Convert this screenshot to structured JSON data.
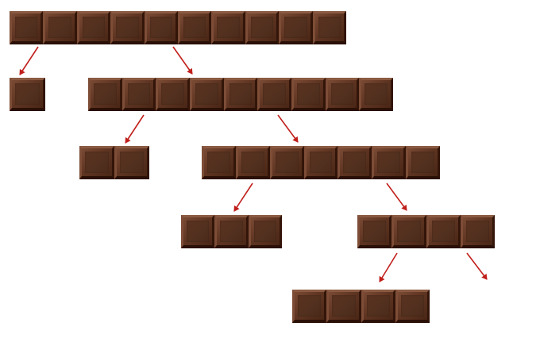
{
  "diagram": {
    "bars": [
      {
        "id": "bar-10",
        "pieces": 10
      },
      {
        "id": "bar-1",
        "pieces": 1
      },
      {
        "id": "bar-9",
        "pieces": 9
      },
      {
        "id": "bar-2",
        "pieces": 2
      },
      {
        "id": "bar-7",
        "pieces": 7
      },
      {
        "id": "bar-3",
        "pieces": 3
      },
      {
        "id": "bar-4a",
        "pieces": 4
      },
      {
        "id": "bar-4b",
        "pieces": 4
      }
    ],
    "splits": [
      {
        "from": "bar-10",
        "to": [
          "bar-1",
          "bar-9"
        ]
      },
      {
        "from": "bar-9",
        "to": [
          "bar-2",
          "bar-7"
        ]
      },
      {
        "from": "bar-7",
        "to": [
          "bar-3",
          "bar-4a"
        ]
      },
      {
        "from": "bar-4a",
        "to": [
          "bar-4b",
          "off-frame"
        ]
      }
    ],
    "colors": {
      "chocolate_face": "#5a3220",
      "chocolate_dark": "#3b1b10",
      "chocolate_highlight": "#8a5a42",
      "arrow": "#c0201c"
    }
  }
}
